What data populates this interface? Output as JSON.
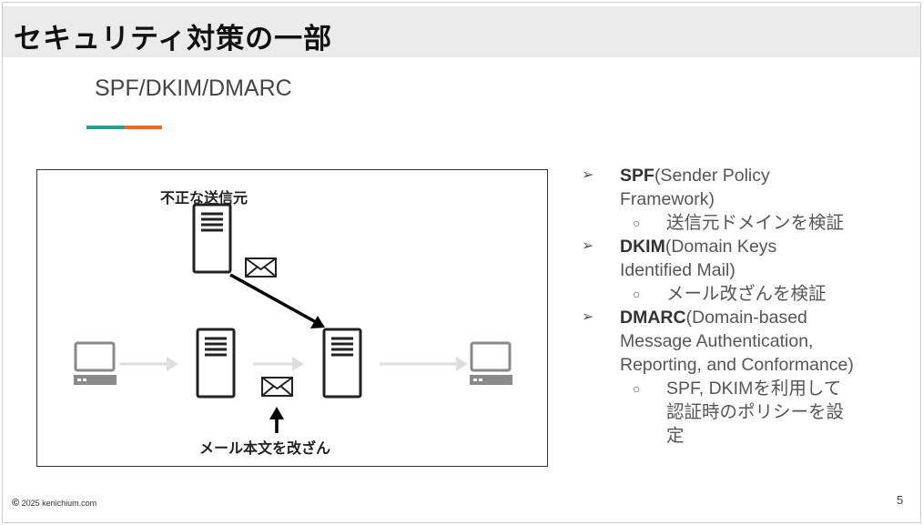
{
  "slide": {
    "title": "セキュリティ対策の一部",
    "subtitle": "SPF/DKIM/DMARC",
    "page_number": "5",
    "footer": {
      "copyright_symbol": "©",
      "text": "2025 kenichium.com"
    }
  },
  "diagram": {
    "label_top": "不正な送信元",
    "label_bottom": "メール本文を改ざん",
    "icons": [
      "server-icon",
      "mail-icon",
      "computer-icon",
      "arrow-icon"
    ]
  },
  "bullets": [
    {
      "bold": "SPF",
      "rest_line1": "(Sender Policy",
      "rest_lines": [
        "Framework)"
      ],
      "sub": [
        "送信元ドメインを検証"
      ]
    },
    {
      "bold": "DKIM",
      "rest_line1": "(Domain Keys",
      "rest_lines": [
        "Identified Mail)"
      ],
      "sub": [
        "メール改ざんを検証"
      ]
    },
    {
      "bold": "DMARC",
      "rest_line1": "(Domain-based",
      "rest_lines": [
        "Message Authentication,",
        "Reporting, and Conformance)"
      ],
      "sub": [
        "SPF, DKIMを利用して",
        "認証時のポリシーを設",
        "定"
      ]
    }
  ],
  "markers": {
    "bullet": "➢",
    "sub_bullet": "○"
  },
  "colors": {
    "accent_teal": "#2a9d8f",
    "accent_orange": "#e76f2a",
    "title_bar": "#ebebeb"
  }
}
